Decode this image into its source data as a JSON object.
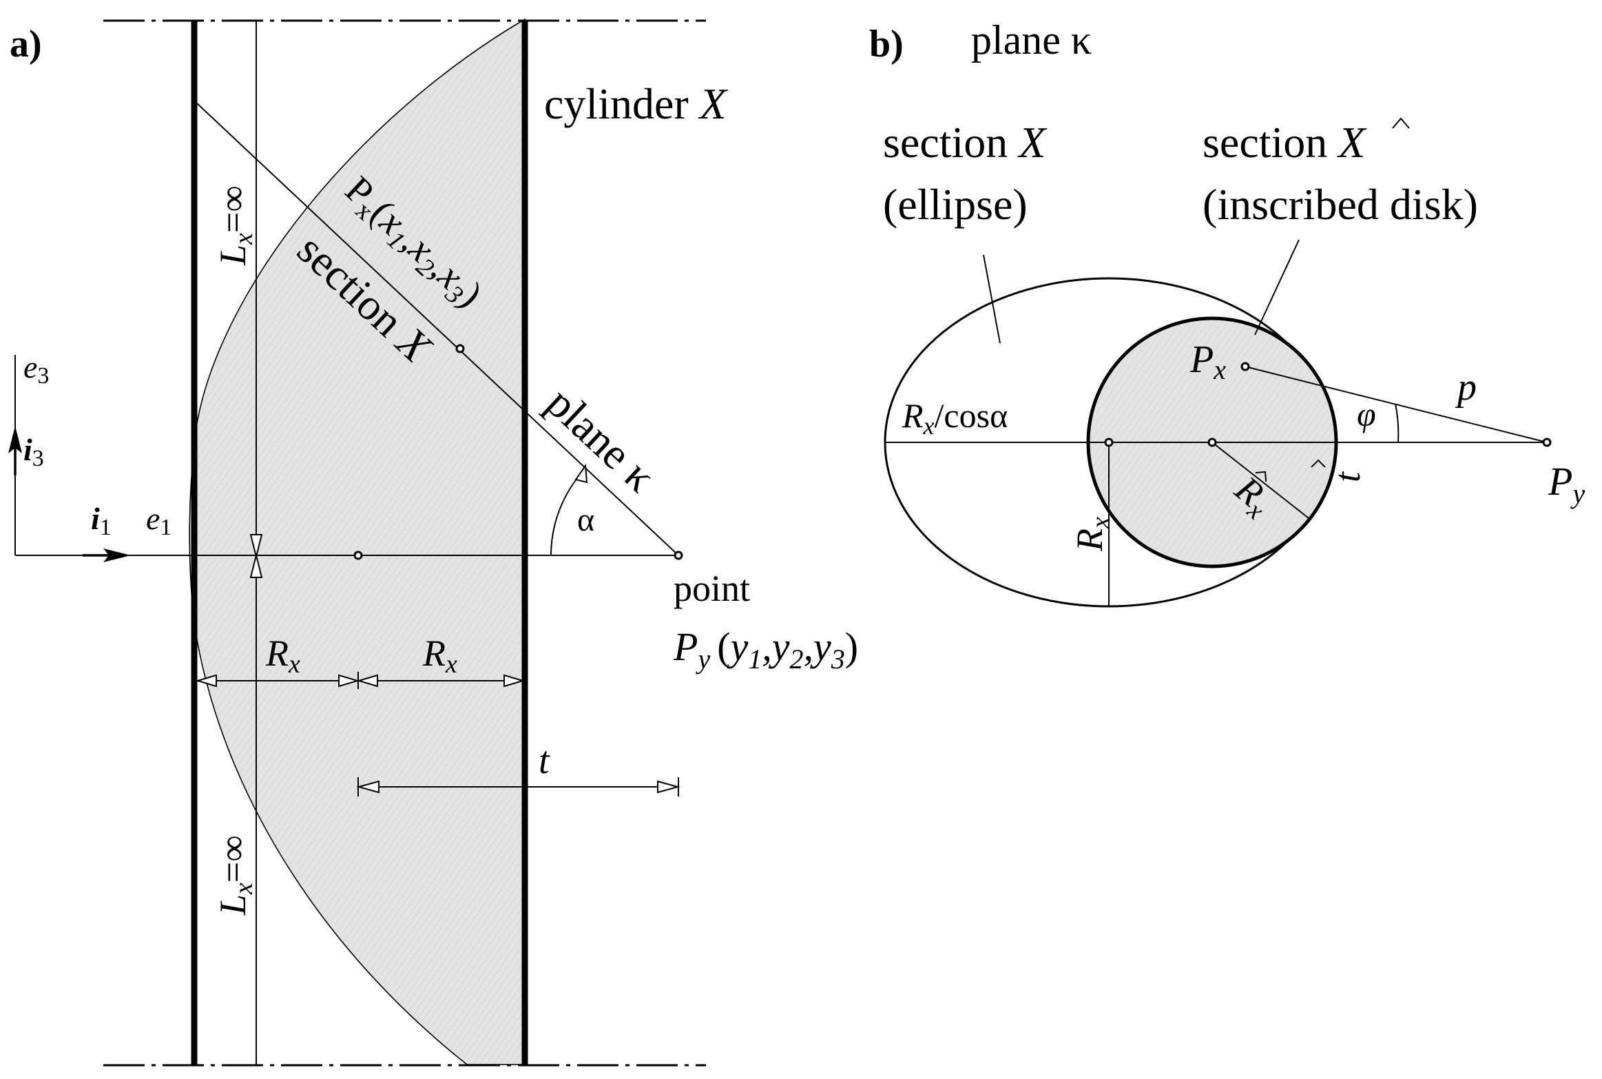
{
  "panel_a": {
    "label": "a)",
    "cylinder": {
      "name": "cylinder",
      "symbol": "X"
    },
    "section": {
      "name": "section",
      "symbol": "X"
    },
    "px_point": {
      "P": "P",
      "sub": "x",
      "args_open": "(",
      "x1": "x",
      "x1_sub": "1",
      "sep1": ",",
      "x2": "x",
      "x2_sub": "2",
      "sep2": ",",
      "x3": "x",
      "x3_sub": "3",
      "args_close": ")"
    },
    "plane": {
      "name": "plane",
      "symbol": "κ"
    },
    "angle": "α",
    "length_top": {
      "L": "L",
      "sub": "x",
      "value": "=∞"
    },
    "length_bottom": {
      "L": "L",
      "sub": "x",
      "value": "=∞"
    },
    "radius_left": {
      "R": "R",
      "sub": "x"
    },
    "radius_right": {
      "R": "R",
      "sub": "x"
    },
    "distance": "t",
    "point_label": "point",
    "py_point": {
      "P": "P",
      "sub": "y",
      "args_open": "(",
      "y1": "y",
      "y1_sub": "1",
      "sep1": ",",
      "y2": "y",
      "y2_sub": "2",
      "sep2": ",",
      "y3": "y",
      "y3_sub": "3",
      "args_close": ")"
    },
    "axes": {
      "e3": "e",
      "e3_sub": "3",
      "i3": "i",
      "i3_sub": "3",
      "i1": "i",
      "i1_sub": "1",
      "e1": "e",
      "e1_sub": "1"
    }
  },
  "panel_b": {
    "label": "b)",
    "title": "plane κ",
    "ellipse_line1": {
      "name": "section",
      "symbol": "X"
    },
    "ellipse_line2": "(ellipse)",
    "disk_line1": {
      "name": "section",
      "symbol": "X"
    },
    "disk_line2": "(inscribed disk)",
    "px": {
      "P": "P",
      "sub": "x"
    },
    "py": {
      "P": "P",
      "sub": "y"
    },
    "p": "p",
    "phi": "φ",
    "t_hat": "t",
    "rx_cos": {
      "R": "R",
      "sub": "x",
      "rest": "/cosα"
    },
    "rx": {
      "R": "R",
      "sub": "x"
    },
    "rx_hat": {
      "R": "R",
      "sub": "x"
    }
  }
}
